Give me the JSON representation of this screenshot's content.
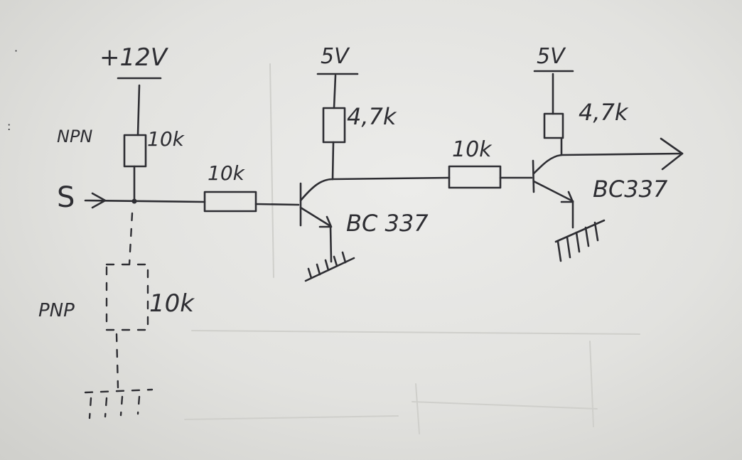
{
  "supplies": {
    "v12": "+12V",
    "v5_a": "5V",
    "v5_b": "5V"
  },
  "resistors": {
    "pullup_npn": "10k",
    "series_in": "10k",
    "collector_1": "4,7k",
    "series_mid": "10k",
    "collector_2": "4,7k",
    "pulldown_pnp": "10k"
  },
  "transistors": {
    "q1": "BC 337",
    "q2": "BC337"
  },
  "notes": {
    "npn": "NPN",
    "pnp": "PNP"
  },
  "signal": {
    "input": "S"
  }
}
